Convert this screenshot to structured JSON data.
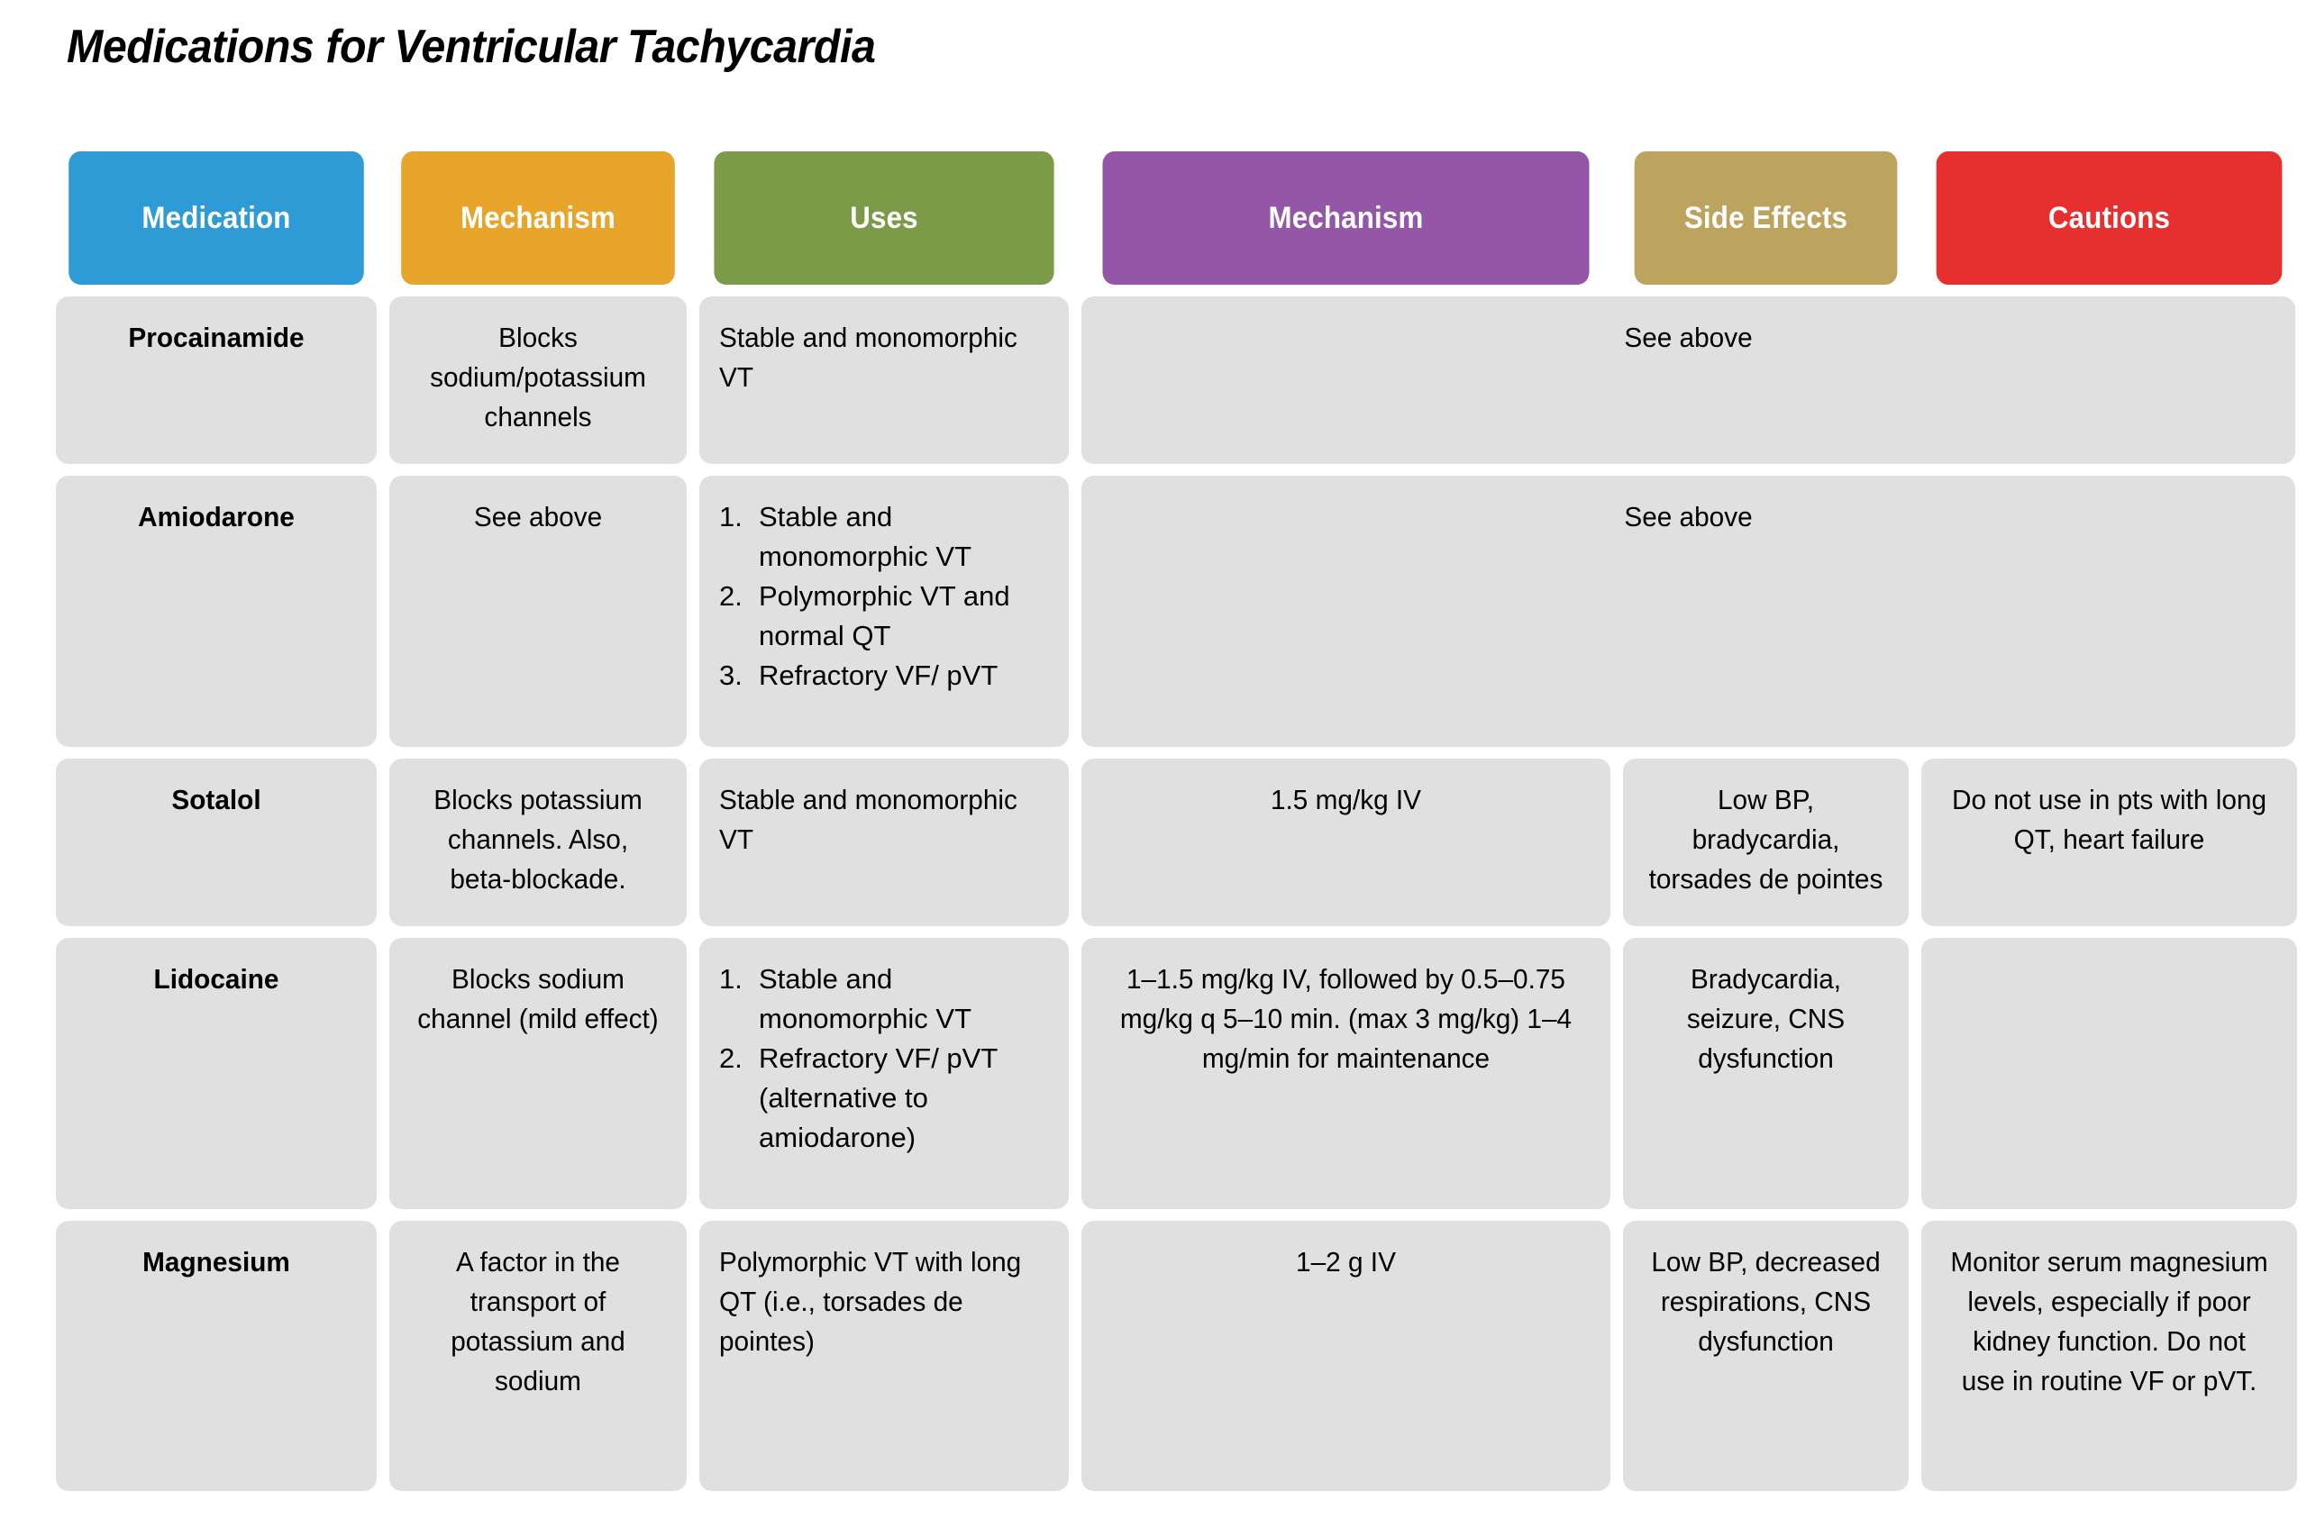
{
  "title": "Medications for Ventricular Tachycardia",
  "colors": {
    "header_medication": "#2E9BD6",
    "header_mechanism1": "#E8A52B",
    "header_uses": "#7B9B48",
    "header_mechanism2": "#9457A8",
    "header_side_effects": "#BCA35E",
    "header_cautions": "#E62F2F",
    "cell_background": "#E0E0E0",
    "page_background": "#FFFFFF",
    "header_text": "#FFFFFF",
    "body_text": "#000000"
  },
  "table": {
    "headers": [
      {
        "label": "Medication",
        "key": "medication"
      },
      {
        "label": "Mechanism",
        "key": "mechanism1"
      },
      {
        "label": "Uses",
        "key": "uses"
      },
      {
        "label": "Mechanism",
        "key": "mechanism2"
      },
      {
        "label": "Side Effects",
        "key": "side_effects"
      },
      {
        "label": "Cautions",
        "key": "cautions"
      }
    ],
    "rows": [
      {
        "medication": "Procainamide",
        "mechanism1": "Blocks sodium/potassium channels",
        "uses": "Stable and monomorphic VT",
        "merged_note": "See above"
      },
      {
        "medication": "Amiodarone",
        "mechanism1": "See above",
        "uses_list": [
          "Stable and monomorphic VT",
          "Polymorphic VT and normal QT",
          "Refractory VF/ pVT"
        ],
        "merged_note": "See above"
      },
      {
        "medication": "Sotalol",
        "mechanism1": "Blocks potassium channels. Also, beta-blockade.",
        "uses": "Stable and monomorphic VT",
        "mechanism2": "1.5 mg/kg IV",
        "side_effects": "Low BP, bradycardia, torsades de pointes",
        "cautions": "Do not use in pts with long QT, heart failure"
      },
      {
        "medication": "Lidocaine",
        "mechanism1": "Blocks sodium channel (mild effect)",
        "uses_list": [
          "Stable and monomorphic VT",
          "Refractory VF/ pVT (alternative to amiodarone)"
        ],
        "mechanism2": "1–1.5 mg/kg IV, followed by 0.5–0.75 mg/kg q 5–10 min. (max 3 mg/kg) 1–4 mg/min for maintenance",
        "side_effects": "Bradycardia, seizure, CNS dysfunction",
        "cautions": ""
      },
      {
        "medication": "Magnesium",
        "mechanism1": "A factor in the transport of potassium and sodium",
        "uses": "Polymorphic VT with long QT (i.e., torsades de pointes)",
        "mechanism2": "1–2 g IV",
        "side_effects": "Low BP, decreased respirations, CNS dysfunction",
        "cautions": "Monitor serum magnesium levels, especially if poor kidney function. Do not use in routine VF or pVT."
      }
    ],
    "list_markers": [
      "1.",
      "2.",
      "3."
    ]
  }
}
